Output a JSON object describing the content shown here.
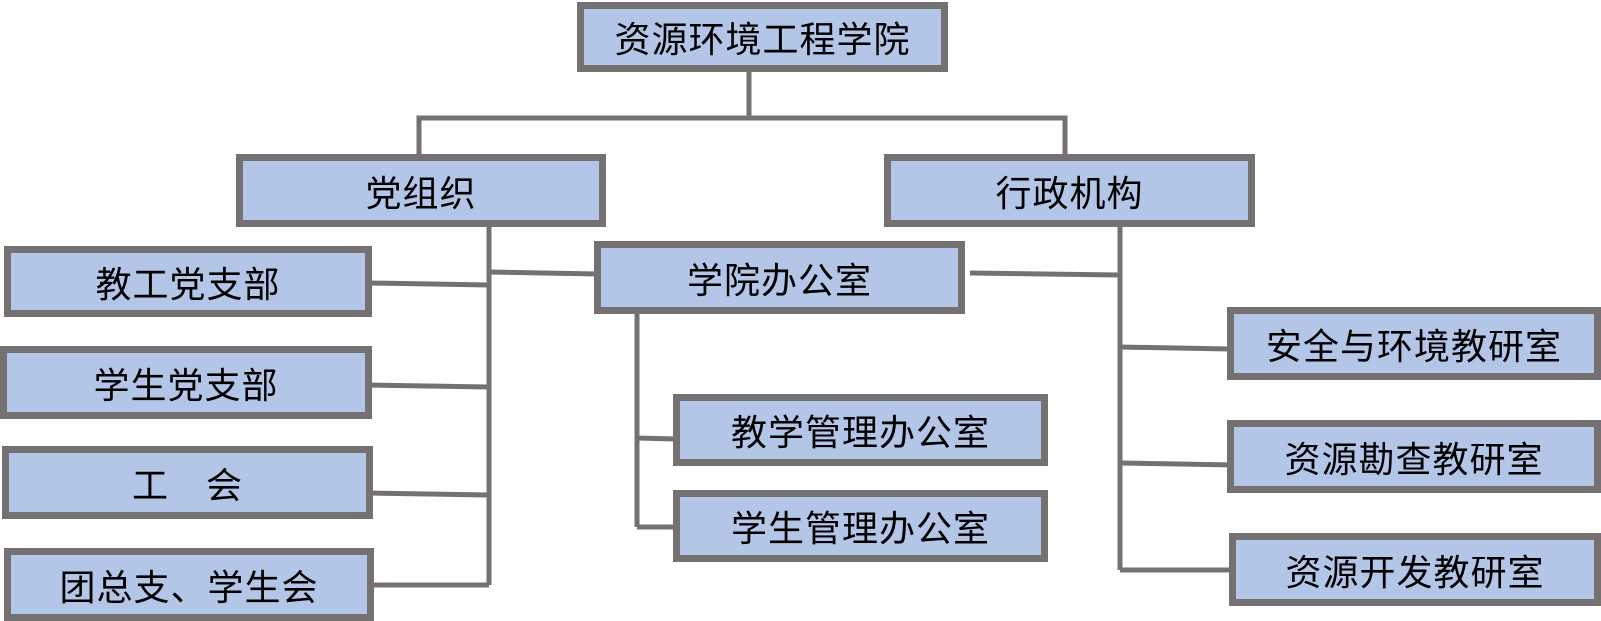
{
  "colors": {
    "box_fill": "#b4c6e7",
    "box_border": "#767171",
    "connector": "#767171"
  },
  "root": {
    "label": "资源环境工程学院"
  },
  "branches": [
    {
      "label": "党组织",
      "children": [
        {
          "label": "教工党支部"
        },
        {
          "label": "学生党支部"
        },
        {
          "label": "工　会"
        },
        {
          "label": "团总支、学生会"
        }
      ]
    },
    {
      "label": "行政机构",
      "children": [
        {
          "label": "学院办公室",
          "children": [
            {
              "label": "教学管理办公室"
            },
            {
              "label": "学生管理办公室"
            }
          ]
        },
        {
          "label": "安全与环境教研室"
        },
        {
          "label": "资源勘查教研室"
        },
        {
          "label": "资源开发教研室"
        }
      ]
    }
  ]
}
